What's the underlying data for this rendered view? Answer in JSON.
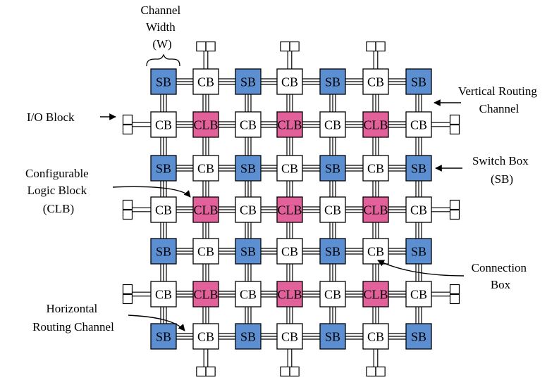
{
  "diagram": {
    "type": "fpga-island-architecture",
    "rows": [
      [
        "SB",
        "CB",
        "SB",
        "CB",
        "SB",
        "CB",
        "SB"
      ],
      [
        "CB",
        "CLB",
        "CB",
        "CLB",
        "CB",
        "CLB",
        "CB"
      ],
      [
        "SB",
        "CB",
        "SB",
        "CB",
        "SB",
        "CB",
        "SB"
      ],
      [
        "CB",
        "CLB",
        "CB",
        "CLB",
        "CB",
        "CLB",
        "CB"
      ],
      [
        "SB",
        "CB",
        "SB",
        "CB",
        "SB",
        "CB",
        "SB"
      ],
      [
        "CB",
        "CLB",
        "CB",
        "CLB",
        "CB",
        "CLB",
        "CB"
      ],
      [
        "SB",
        "CB",
        "SB",
        "CB",
        "SB",
        "CB",
        "SB"
      ]
    ],
    "labels": {
      "SB": "SB",
      "CB": "CB",
      "CLB": "CLB"
    },
    "colors": {
      "SB": "#5b8fd1",
      "CLB": "#e2619b",
      "CB": "#ffffff",
      "stroke": "#000000",
      "io": "#ffffff",
      "background": "#ffffff"
    },
    "wires_per_channel": 3,
    "io_pairs": {
      "top_columns": [
        1,
        3,
        5
      ],
      "bottom_columns": [
        1,
        3,
        5
      ],
      "left_rows": [
        1,
        3,
        5
      ],
      "right_rows": [
        1,
        3,
        5
      ]
    }
  },
  "annotations": {
    "channel_width": [
      "Channel",
      "Width",
      "(W)"
    ],
    "io_block": [
      "I/O Block"
    ],
    "vertical_routing": [
      "Vertical Routing",
      "Channel"
    ],
    "switch_box": [
      "Switch Box",
      "(SB)"
    ],
    "clb": [
      "Configurable",
      "Logic Block",
      "(CLB)"
    ],
    "connection_box": [
      "Connection",
      "Box"
    ],
    "horizontal_routing": [
      "Horizontal",
      "Routing Channel"
    ]
  }
}
